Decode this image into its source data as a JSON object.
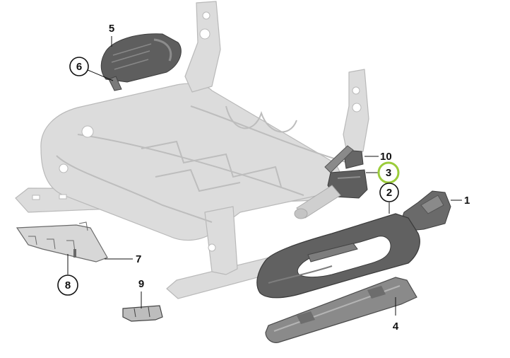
{
  "colors": {
    "frame": "#dcdcdc",
    "frame_stroke": "#b9b9b9",
    "part_dark": "#5e5e5e",
    "part_mid": "#7a7a7a",
    "part_light": "#9a9a9a",
    "leader": "#111111",
    "highlight": "#9bcc3a"
  },
  "callouts": [
    {
      "id": "1",
      "label": "1",
      "circled": false,
      "highlighted": false
    },
    {
      "id": "2",
      "label": "2",
      "circled": true,
      "highlighted": false
    },
    {
      "id": "3",
      "label": "3",
      "circled": true,
      "highlighted": true
    },
    {
      "id": "4",
      "label": "4",
      "circled": false,
      "highlighted": false
    },
    {
      "id": "5",
      "label": "5",
      "circled": false,
      "highlighted": false
    },
    {
      "id": "6",
      "label": "6",
      "circled": true,
      "highlighted": false
    },
    {
      "id": "7",
      "label": "7",
      "circled": false,
      "highlighted": false
    },
    {
      "id": "8",
      "label": "8",
      "circled": true,
      "highlighted": false
    },
    {
      "id": "9",
      "label": "9",
      "circled": false,
      "highlighted": false
    },
    {
      "id": "10",
      "label": "10",
      "circled": false,
      "highlighted": false
    }
  ]
}
